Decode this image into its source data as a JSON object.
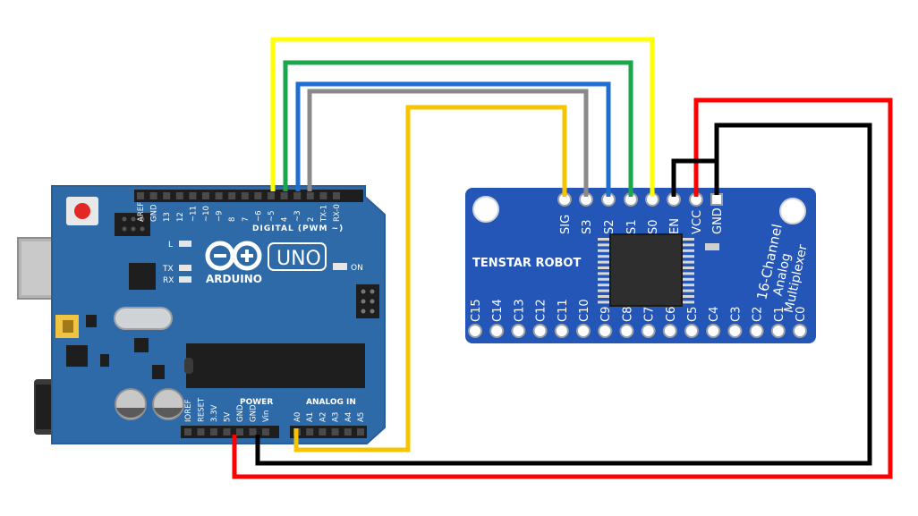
{
  "arduino": {
    "brand": "ARDUINO",
    "model": "UNO",
    "digital_header_title": "DIGITAL (PWM ~)",
    "digital_pins": [
      "AREF",
      "GND",
      "13",
      "12",
      "~11",
      "~10",
      "~9",
      "8",
      "7",
      "~6",
      "~5",
      "4",
      "~3",
      "2",
      "TX-1",
      "RX-0"
    ],
    "power_header_title": "POWER",
    "power_pins": [
      "IOREF",
      "RESET",
      "3.3V",
      "5V",
      "GND",
      "GND",
      "Vin"
    ],
    "analog_header_title": "ANALOG IN",
    "analog_pins": [
      "A0",
      "A1",
      "A2",
      "A3",
      "A4",
      "A5"
    ],
    "led_labels": [
      "L",
      "TX",
      "RX"
    ],
    "on_label": "ON"
  },
  "mux": {
    "maker": "TENSTAR ROBOT",
    "title_line1": "16-Channel",
    "title_line2": "Analog",
    "title_line3": "Multiplexer",
    "top_pins": [
      "SIG",
      "S3",
      "S2",
      "S1",
      "S0",
      "EN",
      "VCC",
      "GND"
    ],
    "bottom_pins": [
      "C15",
      "C14",
      "C13",
      "C12",
      "C11",
      "C10",
      "C9",
      "C8",
      "C7",
      "C6",
      "C5",
      "C4",
      "C3",
      "C2",
      "C1",
      "C0"
    ]
  },
  "wires": [
    {
      "id": "wire-s0",
      "color": "#ffff00"
    },
    {
      "id": "wire-s1",
      "color": "#1aa64a"
    },
    {
      "id": "wire-s2",
      "color": "#1f6fd1"
    },
    {
      "id": "wire-s3",
      "color": "#8a8a8a"
    },
    {
      "id": "wire-sig",
      "color": "#f7c400"
    },
    {
      "id": "wire-vcc",
      "color": "#ff0000"
    },
    {
      "id": "wire-gnd",
      "color": "#000000"
    }
  ],
  "colors": {
    "board_blue": "#2f6aa8",
    "mux_blue": "#2456b8"
  }
}
